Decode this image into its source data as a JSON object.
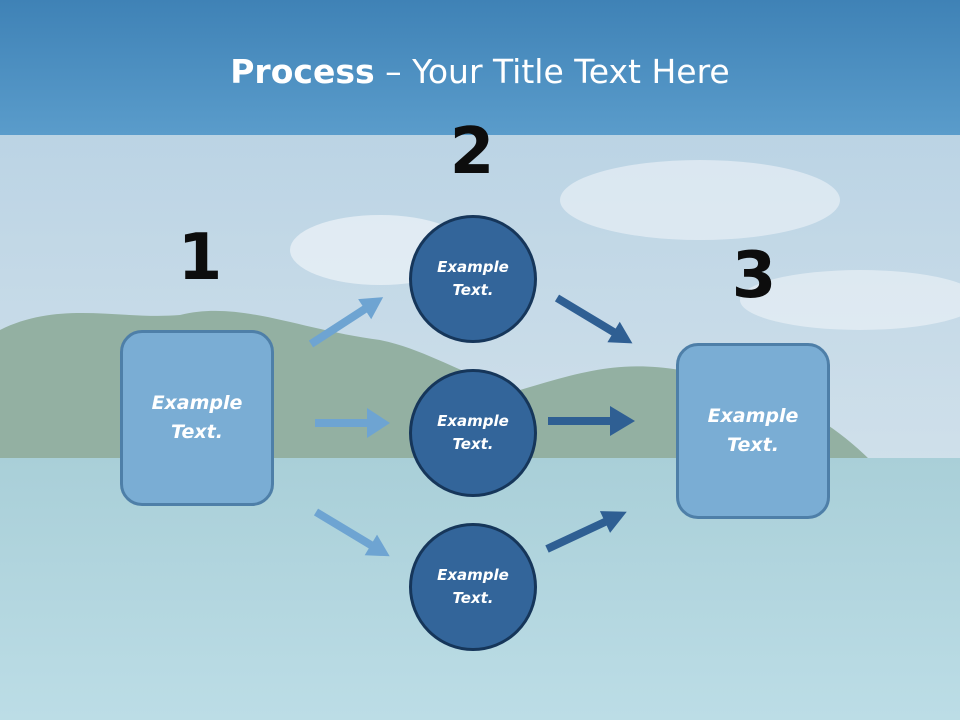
{
  "title": {
    "bold": "Process",
    "rest": " – Your Title Text Here"
  },
  "steps": [
    {
      "number": "1",
      "text": "Example\nText."
    },
    {
      "number": "2",
      "circles": [
        {
          "text": "Example\nText."
        },
        {
          "text": "Example\nText."
        },
        {
          "text": "Example\nText."
        }
      ]
    },
    {
      "number": "3",
      "text": "Example\nText."
    }
  ],
  "colors": {
    "title_bar": "#4a8cc0",
    "box_fill": "#7aadd4",
    "circle_fill": "#33659a",
    "arrow_light": "#6ea4d2",
    "arrow_dark": "#2f5f93"
  }
}
